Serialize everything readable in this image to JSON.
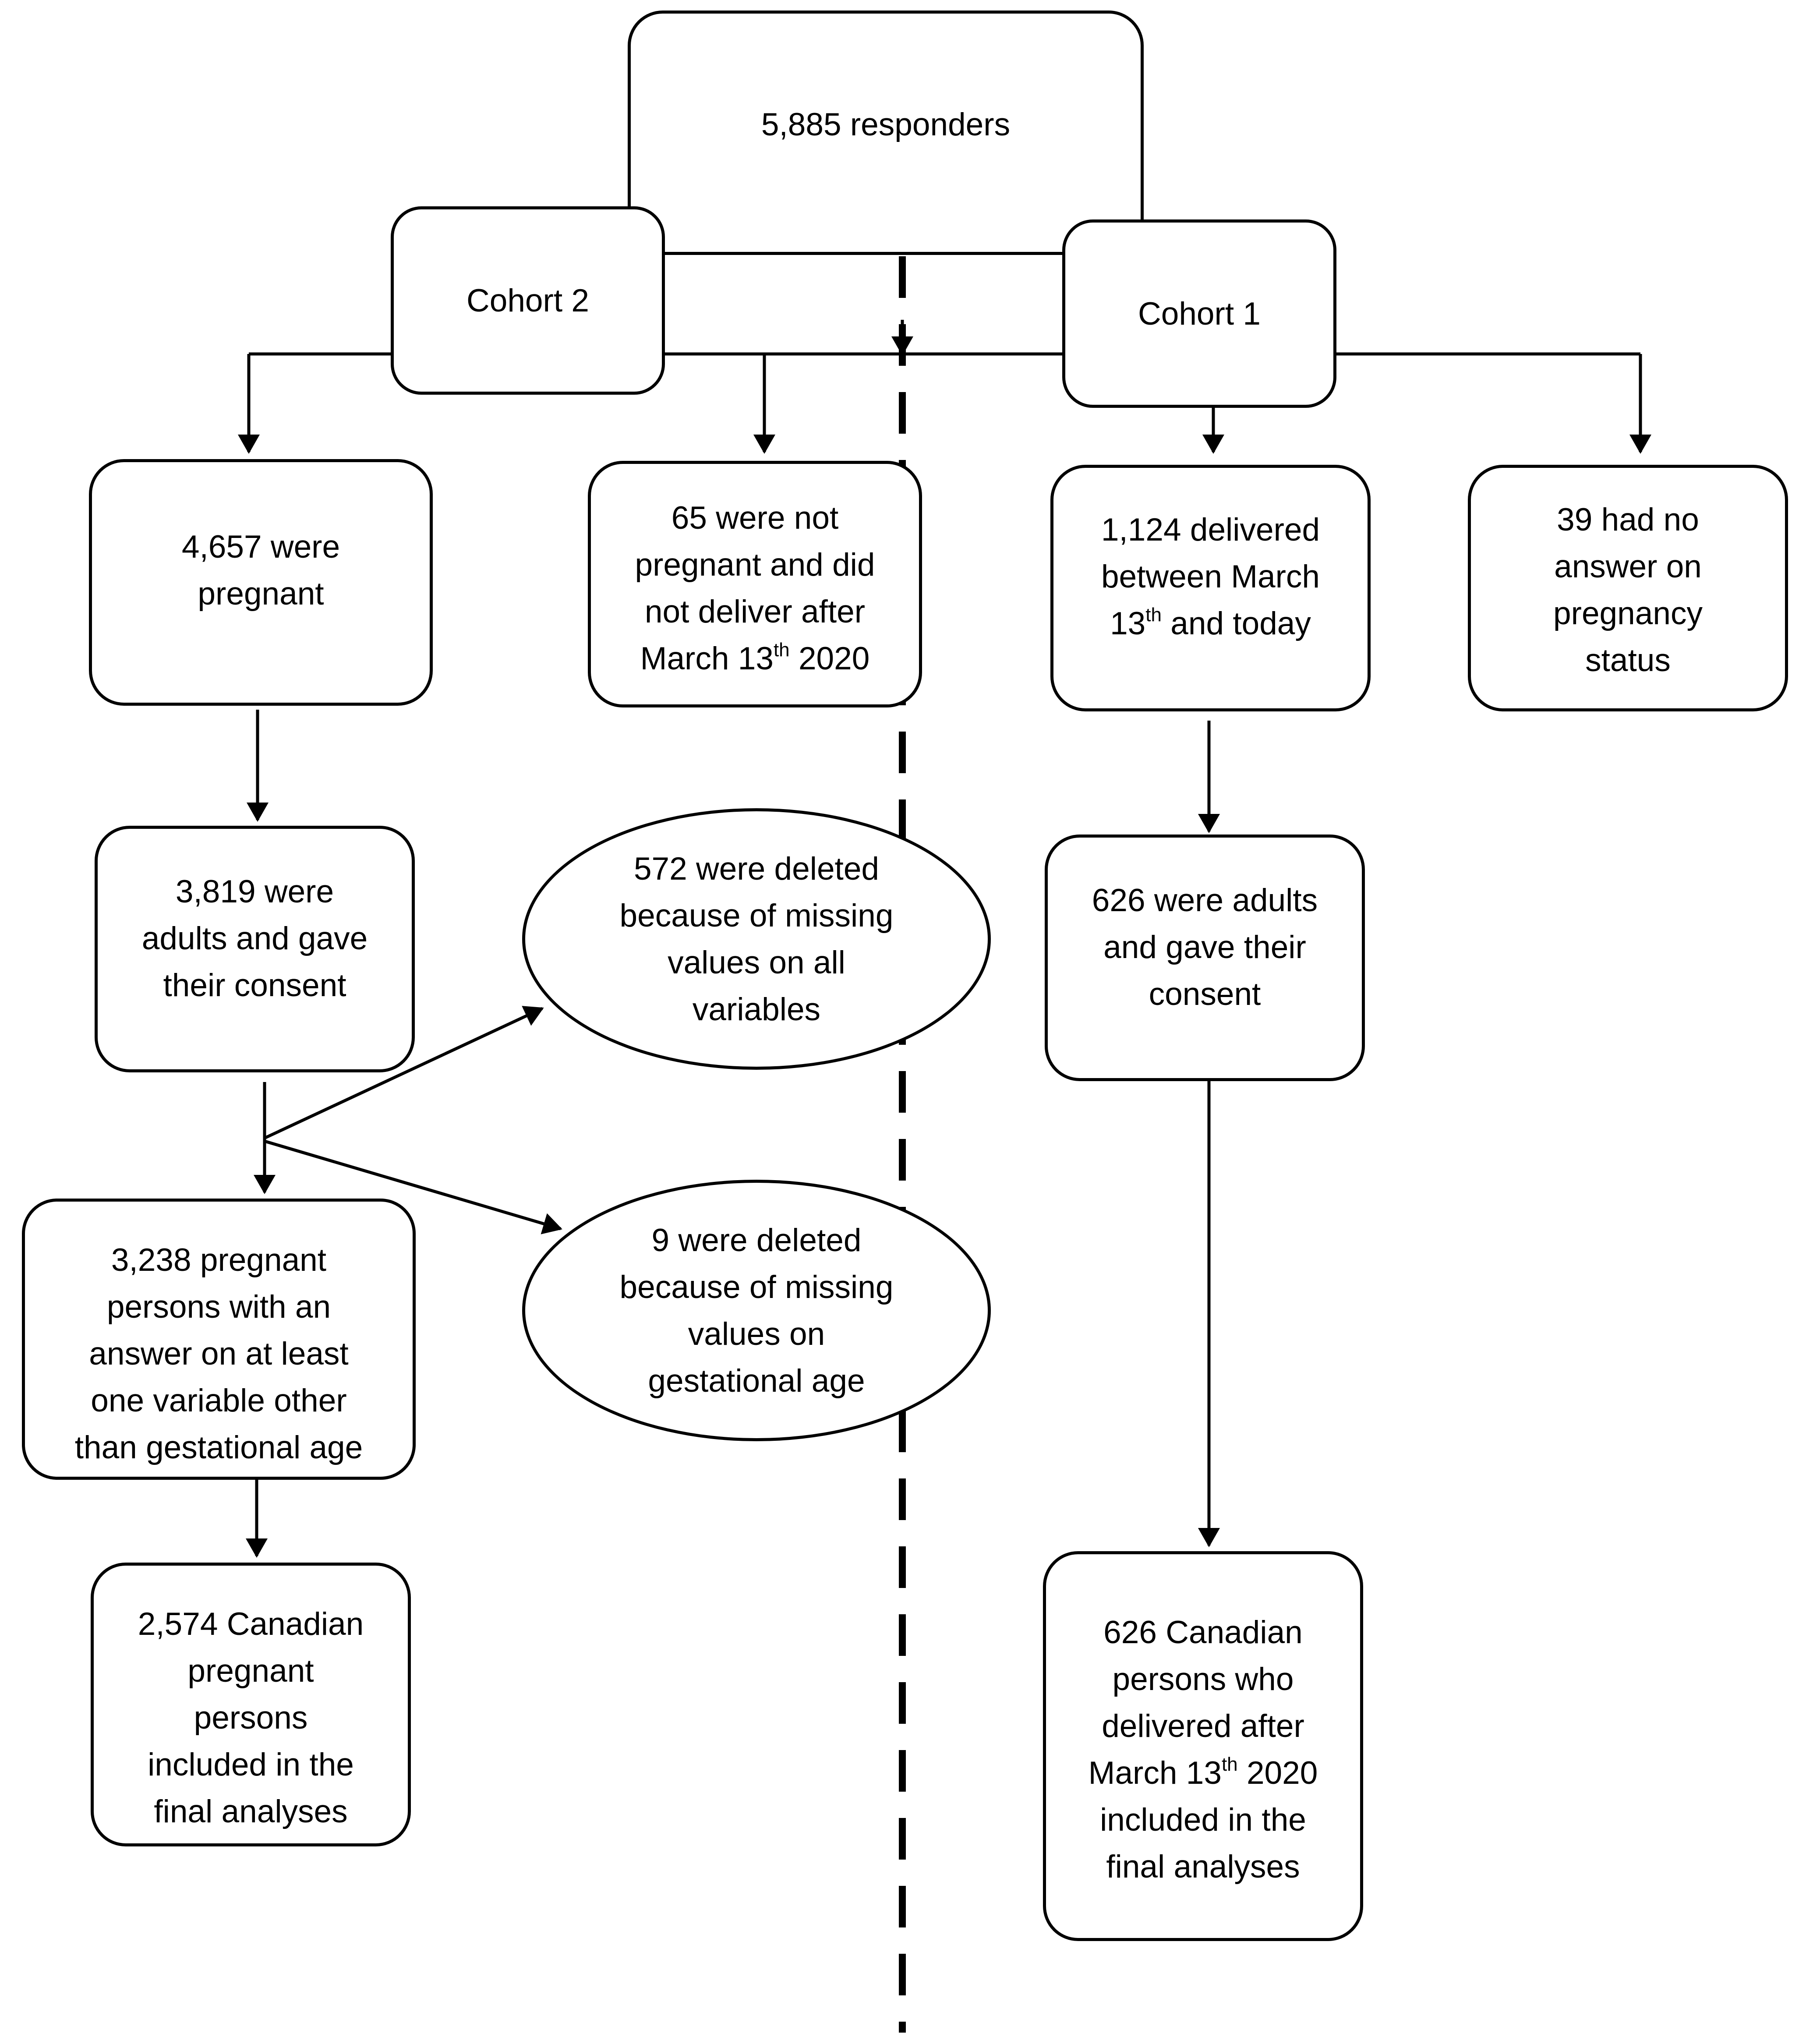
{
  "nodes": {
    "responders": {
      "lines": [
        "5,885 responders"
      ]
    },
    "cohort2": {
      "lines": [
        "Cohort 2"
      ]
    },
    "cohort1": {
      "lines": [
        "Cohort 1"
      ]
    },
    "pregnant": {
      "lines": [
        "4,657 were",
        "pregnant"
      ]
    },
    "not_pregnant": {
      "lines": [
        "65 were not",
        "pregnant and did",
        "not deliver after"
      ],
      "date_prefix": "March 13",
      "date_sup": "th",
      "date_suffix": " 2020"
    },
    "delivered": {
      "lines": [
        "1,124 delivered",
        "between March"
      ],
      "date_prefix": "13",
      "date_sup": "th",
      "date_suffix": " and today"
    },
    "no_answer": {
      "lines": [
        "39 had no",
        "answer on",
        "pregnancy",
        "status"
      ]
    },
    "adults_c2": {
      "lines": [
        "3,819 were",
        "adults and gave",
        "their consent"
      ]
    },
    "deleted_572": {
      "lines": [
        "572 were deleted",
        "because of missing",
        "values on all",
        "variables"
      ]
    },
    "adults_c1": {
      "lines": [
        "626 were adults",
        "and gave their",
        "consent"
      ]
    },
    "answer_3238": {
      "lines": [
        "3,238 pregnant",
        "persons with an",
        "answer on at least",
        "one variable other",
        "than gestational age"
      ]
    },
    "deleted_9": {
      "lines": [
        "9 were deleted",
        "because of missing",
        "values on",
        "gestational age"
      ]
    },
    "final_c2": {
      "lines": [
        "2,574 Canadian",
        "pregnant",
        "persons",
        "included in the",
        "final analyses"
      ]
    },
    "final_c1": {
      "lines": [
        "626 Canadian",
        "persons who",
        "delivered after"
      ],
      "date_prefix": "March 13",
      "date_sup": "th",
      "date_suffix": " 2020",
      "lines_after": [
        "included in the",
        "final analyses"
      ]
    }
  }
}
